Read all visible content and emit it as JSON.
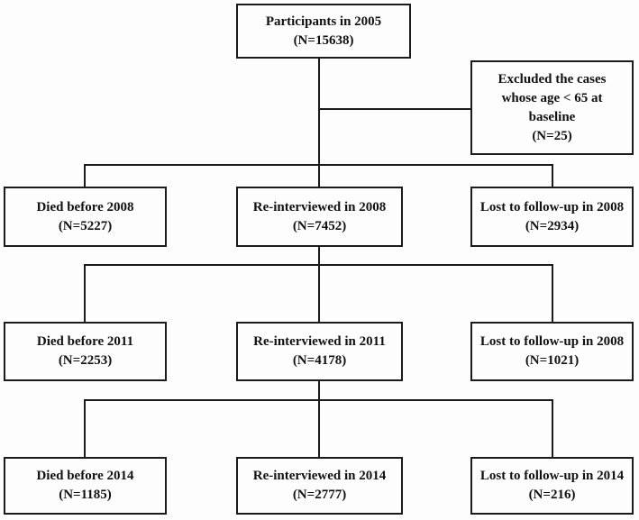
{
  "figure": {
    "type": "study-flowchart",
    "ink_color": "#1b1b1b",
    "background_color": "#fdfdfd"
  },
  "boxes": {
    "participants": {
      "title": "Participants in 2005",
      "n": "(N=15638)"
    },
    "excluded": {
      "l1": "Excluded the cases",
      "l2": "whose age < 65 at",
      "l3": "baseline",
      "n": "(N=25)"
    },
    "died2008": {
      "title": "Died before 2008",
      "n": "(N=5227)"
    },
    "reint2008": {
      "title": "Re-interviewed in 2008",
      "n": "(N=7452)"
    },
    "lost2008": {
      "title": "Lost to follow-up in 2008",
      "n": "(N=2934)"
    },
    "died2011": {
      "title": "Died before 2011",
      "n": "(N=2253)"
    },
    "reint2011": {
      "title": "Re-interviewed in 2011",
      "n": "(N=4178)"
    },
    "lost2011": {
      "title": "Lost to follow-up in 2008",
      "n": "(N=1021)"
    },
    "died2014": {
      "title": "Died before 2014",
      "n": "(N=1185)"
    },
    "reint2014": {
      "title": "Re-interviewed in 2014",
      "n": "(N=2777)"
    },
    "lost2014": {
      "title": "Lost to follow-up in 2014",
      "n": "(N=216)"
    }
  }
}
